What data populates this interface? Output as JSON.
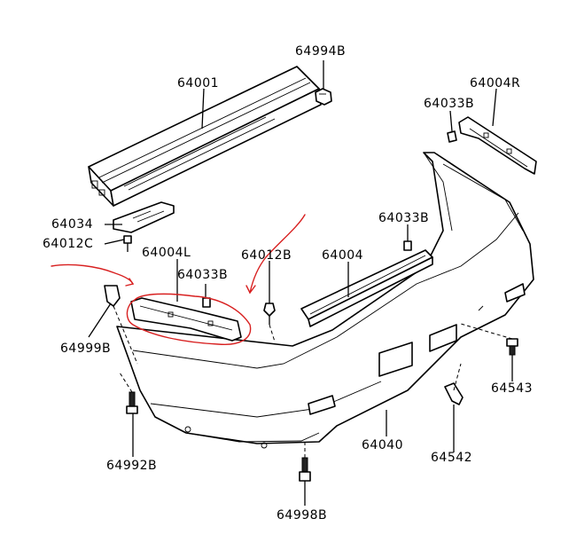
{
  "labels": {
    "p64994B": "64994B",
    "p64001": "64001",
    "p64004R": "64004R",
    "p64033B_top": "64033B",
    "p64034": "64034",
    "p64012C": "64012C",
    "p64033B_mid": "64033B",
    "p64004L": "64004L",
    "p64033B_left": "64033B",
    "p64012B": "64012B",
    "p64004": "64004",
    "p64999B": "64999B",
    "p64543": "64543",
    "p64992B": "64992B",
    "p64040": "64040",
    "p64542": "64542",
    "p64998B": "64998B"
  },
  "annotation_color": "#d82020"
}
